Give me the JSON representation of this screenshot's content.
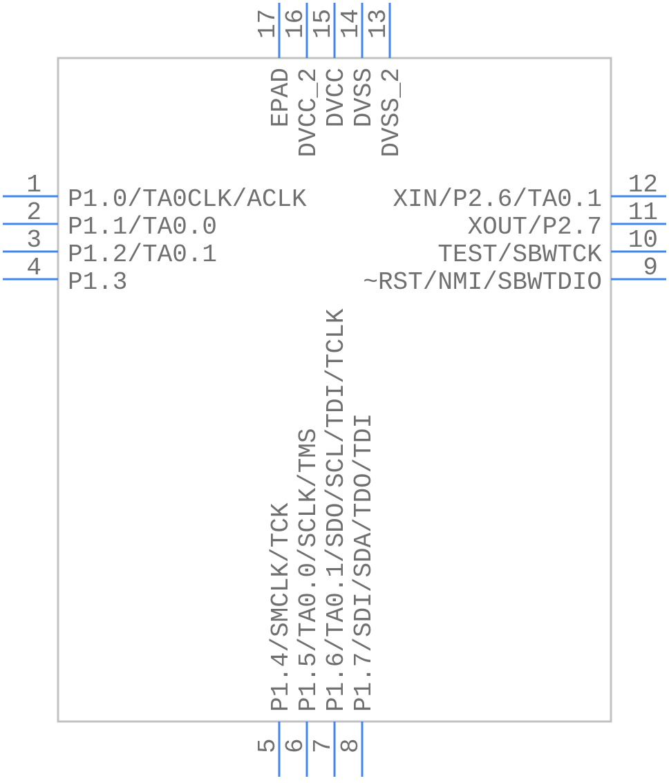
{
  "colors": {
    "pin": "#3f86f0",
    "body": "#c2c2c2",
    "text": "#707070"
  },
  "pins": {
    "left": [
      {
        "number": "1",
        "name": "P1.0/TA0CLK/ACLK"
      },
      {
        "number": "2",
        "name": "P1.1/TA0.0"
      },
      {
        "number": "3",
        "name": "P1.2/TA0.1"
      },
      {
        "number": "4",
        "name": "P1.3"
      }
    ],
    "bottom": [
      {
        "number": "5",
        "name": "P1.4/SMCLK/TCK"
      },
      {
        "number": "6",
        "name": "P1.5/TA0.0/SCLK/TMS"
      },
      {
        "number": "7",
        "name": "P1.6/TA0.1/SDO/SCL/TDI/TCLK"
      },
      {
        "number": "8",
        "name": "P1.7/SDI/SDA/TDO/TDI"
      }
    ],
    "right": [
      {
        "number": "12",
        "name": "XIN/P2.6/TA0.1"
      },
      {
        "number": "11",
        "name": "XOUT/P2.7"
      },
      {
        "number": "10",
        "name": "TEST/SBWTCK"
      },
      {
        "number": "9",
        "name": "~RST/NMI/SBWTDIO"
      }
    ],
    "top": [
      {
        "number": "17",
        "name": "EPAD"
      },
      {
        "number": "16",
        "name": "DVCC_2"
      },
      {
        "number": "15",
        "name": "DVCC"
      },
      {
        "number": "14",
        "name": "DVSS"
      },
      {
        "number": "13",
        "name": "DVSS_2"
      }
    ]
  }
}
